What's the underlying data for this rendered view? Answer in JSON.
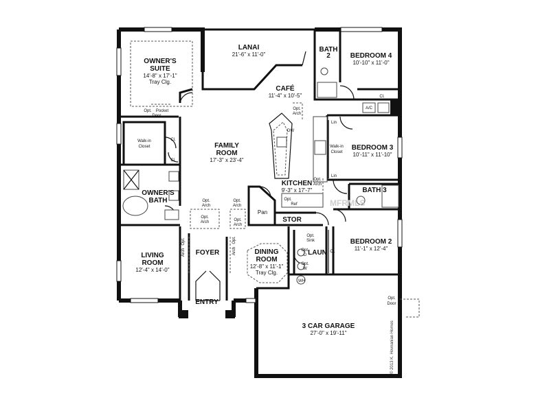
{
  "rooms": {
    "lanai": {
      "name": "LANAI",
      "dim": "21'-6\" x 11'-0\""
    },
    "owners_suite": {
      "name1": "OWNER'S",
      "name2": "SUITE",
      "dim": "14'-8\" x 17'-1\"",
      "note": "Tray Clg."
    },
    "bath2": {
      "name1": "BATH",
      "name2": "2"
    },
    "bedroom4": {
      "name": "BEDROOM 4",
      "dim": "10'-10\" x 11'-0\""
    },
    "cafe": {
      "name": "CAFÉ",
      "dim": "11'-4\" x 10'-5\""
    },
    "family": {
      "name1": "FAMILY",
      "name2": "ROOM",
      "dim": "17'-3\" x 23'-4\""
    },
    "bedroom3": {
      "name": "BEDROOM 3",
      "dim": "10'-11\" x 11'-10\""
    },
    "kitchen": {
      "name": "KITCHEN",
      "dim": "9'-3\" x 17'-7\""
    },
    "bath3": {
      "name": "BATH 3"
    },
    "owners_bath": {
      "name1": "OWNER'S",
      "name2": "BATH"
    },
    "walkin1": {
      "l1": "Walk-in",
      "l2": "Closet"
    },
    "walkin2": {
      "l1": "Walk-in",
      "l2": "Closet"
    },
    "stor": {
      "name": "STOR"
    },
    "pan": {
      "name": "Pan"
    },
    "living": {
      "name1": "LIVING",
      "name2": "ROOM",
      "dim": "12'-4\" x 14'-0\""
    },
    "foyer": {
      "name": "FOYER"
    },
    "dining": {
      "name1": "DINING",
      "name2": "ROOM",
      "dim": "12'-8\" x 11'-1\"",
      "note": "Tray Clg."
    },
    "bedroom2": {
      "name": "BEDROOM 2",
      "dim": "11'-1\" x 12'-4\""
    },
    "laun": {
      "name": "LAUN"
    },
    "garage": {
      "name": "3 CAR GARAGE",
      "dim": "27'-0\" x 19'-11\""
    },
    "entry": {
      "name": "ENTRY"
    }
  },
  "notes": {
    "opt": "Opt.",
    "arch": "Arch",
    "pocket": "Pocket",
    "door": "Door",
    "door_short": "Door",
    "ref": "Ref",
    "sink": "Sink",
    "d": "D",
    "w": "W",
    "dw": "DW",
    "cl": "Cl.",
    "ac": "A/C",
    "lin": "Lin",
    "wh": "WH"
  },
  "watermark": "MFRMLS",
  "copyright": "© 2013 K. Hovnanian Homes"
}
